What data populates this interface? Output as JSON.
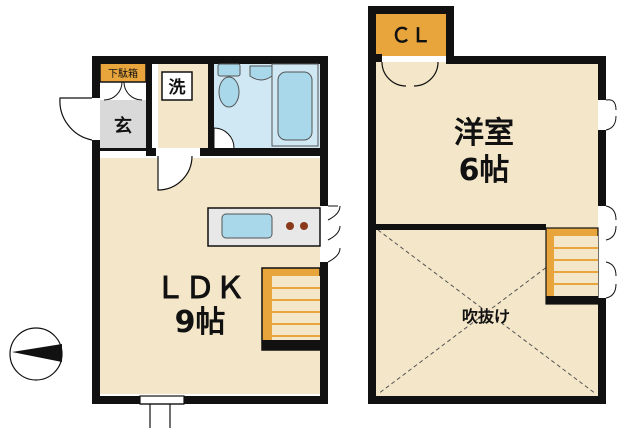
{
  "rooms": {
    "ldk": {
      "label": "ＬＤＫ",
      "size": "9帖"
    },
    "western": {
      "label": "洋室",
      "size": "6帖"
    },
    "closet": {
      "label": "ＣＬ"
    },
    "entrance": {
      "label": "玄"
    },
    "shoe_box": {
      "label": "下駄箱"
    },
    "washer": {
      "label": "洗"
    },
    "void": {
      "label": "吹抜け"
    }
  },
  "colors": {
    "wall": "#111111",
    "floor": "#f4e6c8",
    "entrance_floor": "#d9d9d9",
    "bath": "#cfe8f4",
    "bath_fixture": "#a8d8ea",
    "closet": "#e8a53c",
    "stairs": "#e8a53c"
  },
  "icons": [
    "compass-icon",
    "door-swing-icon",
    "stairs-icon",
    "kitchen-sink-icon",
    "toilet-icon",
    "bathtub-icon"
  ]
}
